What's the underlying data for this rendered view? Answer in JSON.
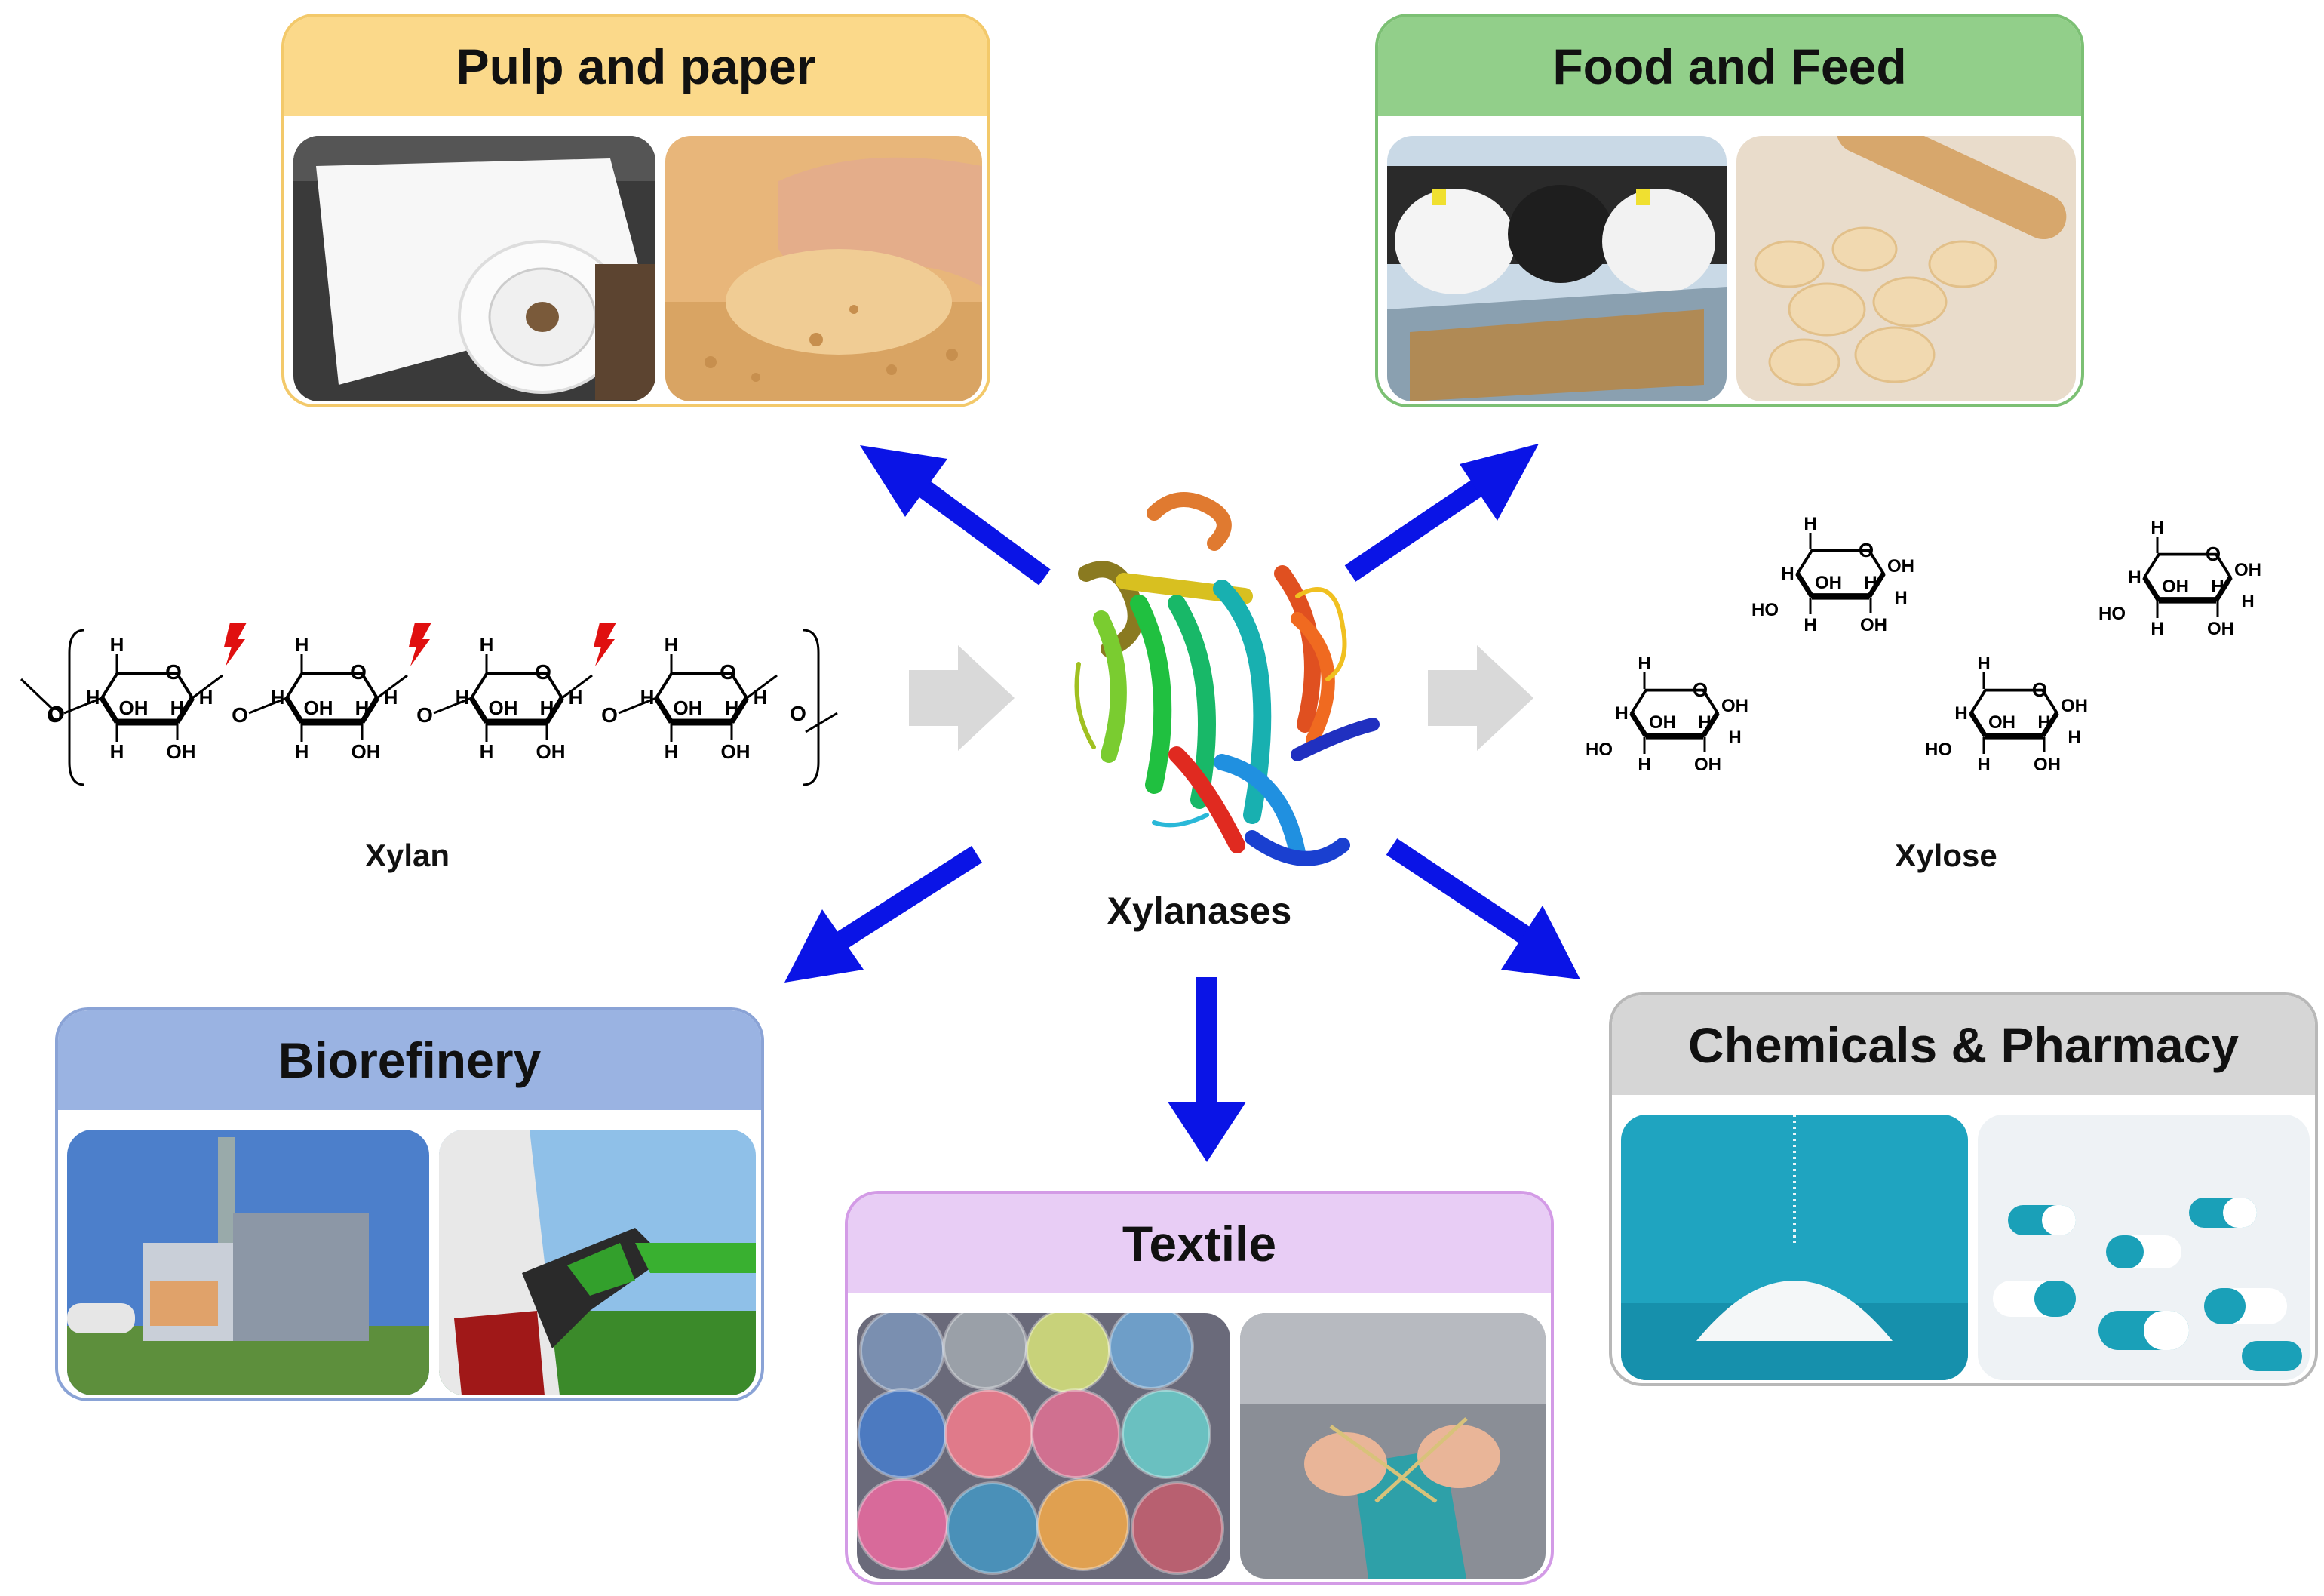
{
  "panels": {
    "pulp": {
      "title": "Pulp and paper",
      "header_color": "#fbd98a",
      "border_color": "#f3c96a",
      "photos": [
        "paper-roll-photo",
        "wood-chips-photo"
      ]
    },
    "food": {
      "title": "Food and Feed",
      "header_color": "#92cf8a",
      "border_color": "#7cc074",
      "photos": [
        "cows-feeding-photo",
        "dough-balls-photo"
      ]
    },
    "biorefinery": {
      "title": "Biorefinery",
      "header_color": "#9ab3e2",
      "border_color": "#8aa3d6",
      "photos": [
        "biorefinery-plant-photo",
        "fuel-nozzle-photo"
      ]
    },
    "textile": {
      "title": "Textile",
      "header_color": "#e8cdf5",
      "border_color": "#d39be6",
      "photos": [
        "rolled-fabrics-photo",
        "knitting-photo"
      ]
    },
    "chemicals": {
      "title": "Chemicals & Pharmacy",
      "header_color": "#d6d6d6",
      "border_color": "#b8b8b8",
      "photos": [
        "white-powder-photo",
        "capsules-photo"
      ]
    }
  },
  "center": {
    "label": "Xylanases",
    "icon": "protein-ribbon-icon"
  },
  "substrate": {
    "label": "Xylan"
  },
  "product": {
    "label": "Xylose"
  },
  "chem": {
    "H": "H",
    "O": "O",
    "OH": "OH",
    "HO": "HO"
  },
  "colors": {
    "arrow": "#0a14e6",
    "process_arrow": "#d9d9d9",
    "cleavage": "#e01010"
  }
}
